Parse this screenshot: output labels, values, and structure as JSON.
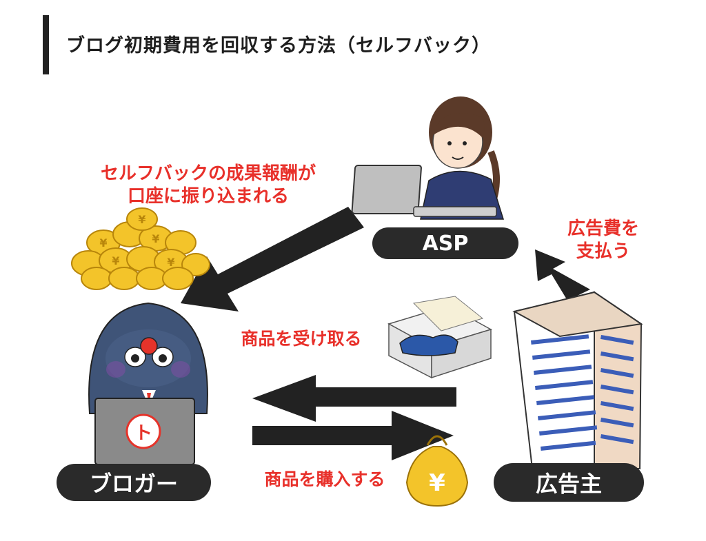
{
  "header": {
    "title": "ブログ初期費用を回収する方法（セルフバック）"
  },
  "nodes": {
    "asp": "ASP",
    "blogger": "ブロガー",
    "advertiser": "広告主"
  },
  "labels": {
    "selfback_reward_line1": "セルフバックの成果報酬が",
    "selfback_reward_line2": "口座に振り込まれる",
    "ad_cost_line1": "広告費を",
    "ad_cost_line2": "支払う",
    "receive_product": "商品を受け取る",
    "buy_product": "商品を購入する"
  },
  "icons": {
    "yen_symbol": "¥",
    "laptop_logo": "ト"
  },
  "colors": {
    "pill_bg": "#2a2a2a",
    "label_red": "#e8302a",
    "arrow": "#222222",
    "coin_gold": "#f3c42a",
    "building_blue": "#3b5db8"
  }
}
